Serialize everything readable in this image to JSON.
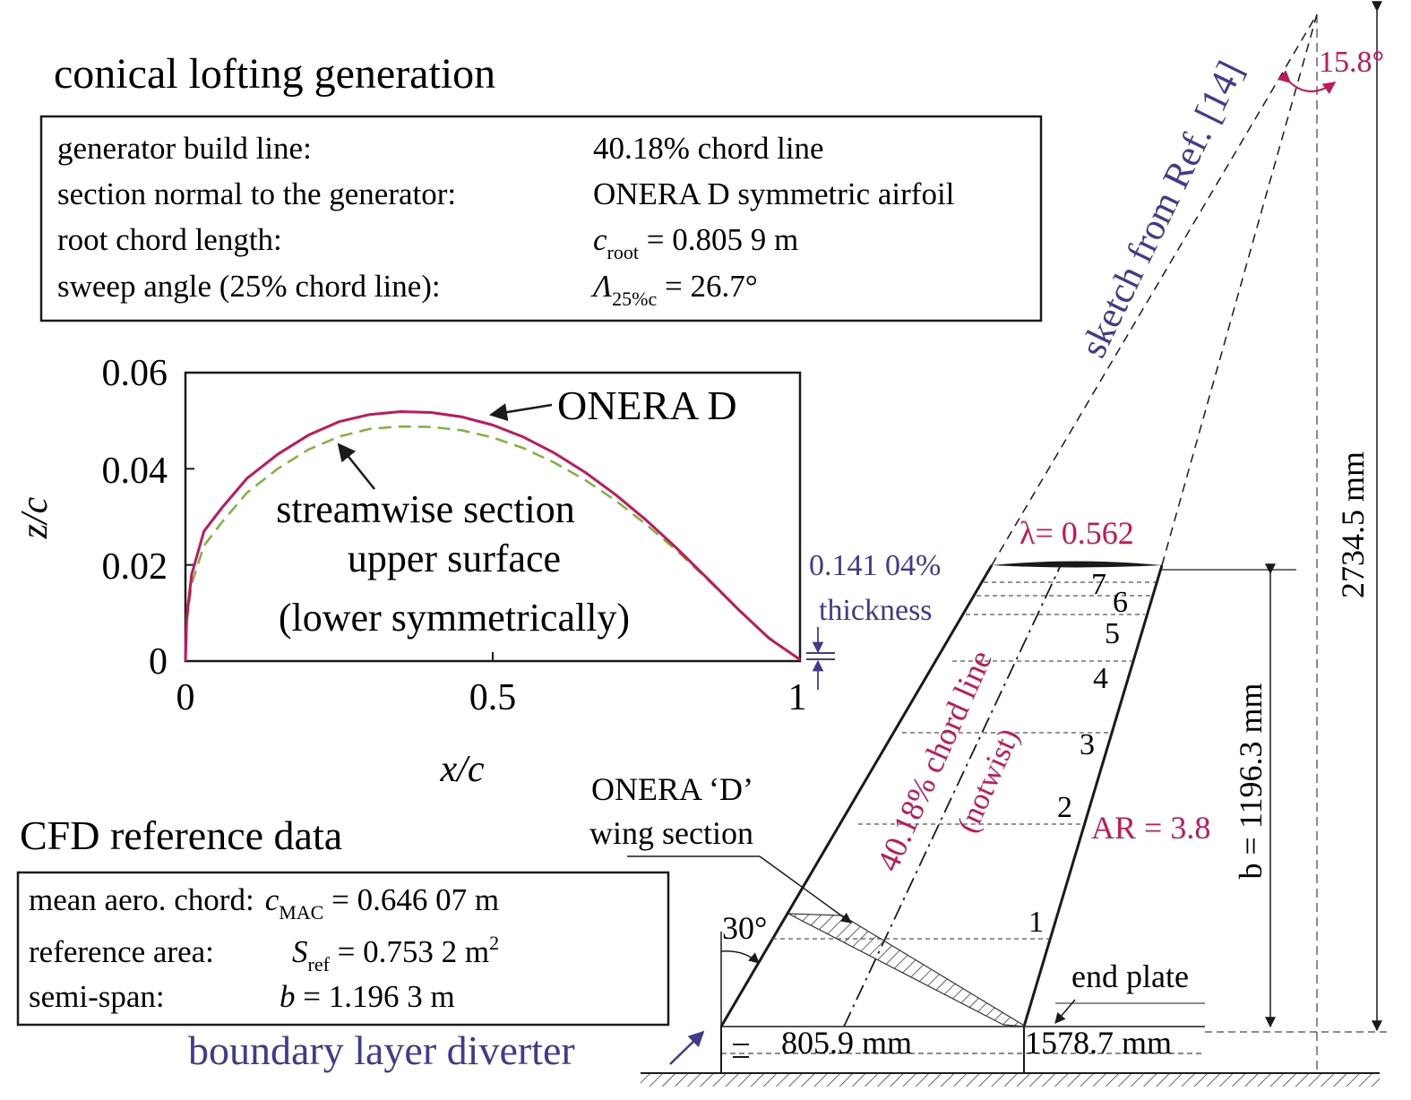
{
  "top_title": "conical lofting generation",
  "lofting_table": [
    {
      "label": "generator build line:",
      "value": "40.18% chord line"
    },
    {
      "label": "section normal to the generator:",
      "value": "ONERA D symmetric airfoil"
    },
    {
      "label": "root chord length:",
      "sym": "c",
      "sub": "root",
      "rest": " = 0.805 9 m"
    },
    {
      "label": "sweep angle (25% chord line):",
      "sym": "Λ",
      "sub": "25%c",
      "rest": " = 26.7°"
    }
  ],
  "chart_data": {
    "type": "line",
    "xlabel": "x/c",
    "ylabel": "z/c",
    "xlim": [
      0,
      1
    ],
    "ylim": [
      0,
      0.06
    ],
    "xticks": [
      "0",
      "0.5",
      "1"
    ],
    "yticks": [
      "0",
      "0.02",
      "0.04",
      "0.06"
    ],
    "series": [
      {
        "name": "ONERA D",
        "color": "#c2185b",
        "style": "solid",
        "x": [
          0,
          0.002,
          0.01,
          0.03,
          0.06,
          0.1,
          0.15,
          0.2,
          0.25,
          0.3,
          0.35,
          0.4,
          0.45,
          0.5,
          0.55,
          0.6,
          0.65,
          0.7,
          0.75,
          0.8,
          0.85,
          0.9,
          0.95,
          1.0
        ],
        "y": [
          0,
          0.009,
          0.018,
          0.027,
          0.032,
          0.038,
          0.043,
          0.047,
          0.0498,
          0.0513,
          0.0519,
          0.0517,
          0.0508,
          0.0491,
          0.0466,
          0.0433,
          0.0393,
          0.0346,
          0.0293,
          0.0234,
          0.0171,
          0.0107,
          0.0047,
          0.0003
        ]
      },
      {
        "name": "streamwise section",
        "color": "#7fb23a",
        "style": "dashed",
        "x": [
          0,
          0.002,
          0.01,
          0.03,
          0.06,
          0.1,
          0.15,
          0.2,
          0.25,
          0.3,
          0.35,
          0.4,
          0.45,
          0.5,
          0.55,
          0.6,
          0.65,
          0.7,
          0.75,
          0.8,
          0.85,
          0.9,
          0.95,
          1.0
        ],
        "y": [
          0,
          0.008,
          0.016,
          0.024,
          0.029,
          0.035,
          0.04,
          0.044,
          0.0467,
          0.0483,
          0.0488,
          0.0487,
          0.048,
          0.0465,
          0.0443,
          0.0413,
          0.0377,
          0.0334,
          0.0284,
          0.0229,
          0.0169,
          0.0107,
          0.0048,
          0.0003
        ]
      }
    ],
    "annotations": [
      "ONERA D",
      "streamwise section",
      "upper surface",
      "(lower symmetrically)"
    ],
    "legend": "none"
  },
  "thickness_note": {
    "value": "0.141 04%",
    "label": "thickness"
  },
  "cfd_title": "CFD reference data",
  "cfd_table": [
    {
      "label": "mean aero. chord:",
      "sym": "c",
      "sub": "MAC",
      "rest": " = 0.646 07 m"
    },
    {
      "label": "reference area:",
      "sym": "S",
      "sub": "ref",
      "rest": " = 0.753 2 m",
      "sup": "2"
    },
    {
      "label": "semi-span:",
      "sym": "b",
      "rest": " = 1.196 3 m"
    }
  ],
  "boundary_layer": "boundary layer diverter",
  "wing": {
    "sketch_ref": "sketch from Ref. [14]",
    "apex_angle": "15.8°",
    "taper": "λ= 0.562",
    "total_height": "2734.5 mm",
    "span_label": "b = 1196.3 mm",
    "aspect_ratio": "AR = 3.8",
    "chord_line": "40.18% chord line",
    "no_twist": "(notwist)",
    "section_label_1": "ONERA ‘D’",
    "section_label_2": "wing section",
    "root_angle": "30°",
    "root_chord": "805.9 mm",
    "offset": "1578.7 mm",
    "end_plate": "end plate",
    "stations": [
      "1",
      "2",
      "3",
      "4",
      "5",
      "6",
      "7"
    ]
  },
  "colors": {
    "accent_red": "#c2185b",
    "accent_blue": "#3f3c8f",
    "dash_green": "#7fb23a"
  }
}
